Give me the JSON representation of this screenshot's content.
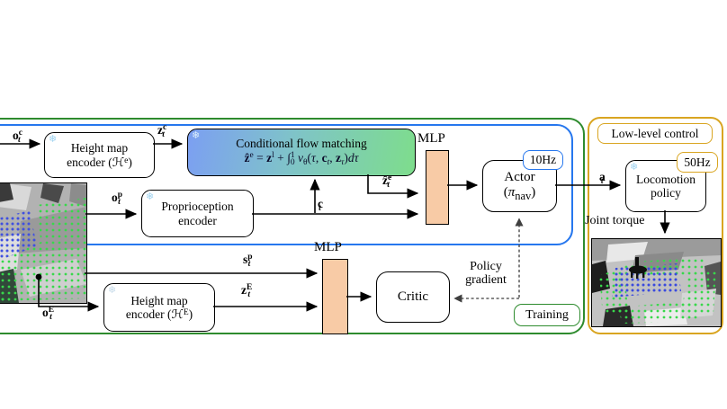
{
  "figure": {
    "icons": {
      "snowflake": "❄"
    },
    "colors": {
      "training_border": "#2e8b2e",
      "policy_border": "#2677ee",
      "lowlevel_border": "#d9a521",
      "mlp_fill": "#F8CBA6",
      "flow_gradient_left": "#7C9FF2",
      "flow_gradient_right": "#7EDD8C",
      "snowflake_blue": "#9fd3f0",
      "snowflake_pale": "#c6dbe9"
    },
    "containers": {
      "training_badge": "Training",
      "low_level_badge": "Low-level control"
    },
    "badges": {
      "actor_rate": "10Hz",
      "loco_rate": "50Hz"
    },
    "boxes": {
      "height_map_encoder_e_html": "Height map<br>encoder (ℋ<sup>e</sup>)",
      "flow_title": "Conditional flow matching",
      "flow_formula_html": "<b>ẑ</b><sup>e</sup> = <b>z</b><sup>l</sup> + ∫<span class=\"lim\"><sup>1</sup><sub>0</sub></span> <i>v</i><sub>θ</sub>(<i>τ</i>, <b>c</b><sub><i>t</i></sub>, <b>z</b><sub><i>τ</i></sub>)<i>dτ</i>",
      "mlp_top": "MLP",
      "actor_line1": "Actor",
      "actor_line2_html": "(<i>π</i><sub>nav</sub>)",
      "proprioception_encoder_html": "Proprioception<br>encoder",
      "height_map_encoder_E_html": "Height map<br>encoder (ℋ<sup>E</sup>)",
      "mlp_bottom": "MLP",
      "critic": "Critic",
      "locomotion_policy_html": "Locomotion<br>policy"
    },
    "labels": {
      "o_t_c_html": "<b>o</b><sup>c</sup><sub><i>t</i></sub>",
      "z_t_c_html": "<b>z</b><sup>c</sup><sub><i>t</i></sub>",
      "zhat_t_e_html": "<b>ẑ</b><sup>e</sup><sub><i>t</i></sub>",
      "c_t_html": "<b>c</b><sub><i>t</i></sub>",
      "o_t_p_html": "<b>o</b><sup>p</sup><sub><i>t</i></sub>",
      "s_t_p_html": "<b>s</b><sup>p</sup><sub><i>t</i></sub>",
      "o_t_E_html": "<b>o</b><sup>E</sup><sub><i>t</i></sub>",
      "z_t_E_html": "<b>z</b><sup>E</sup><sub><i>t</i></sub>",
      "a_t_html": "<b>a</b><sub><i>t</i></sub>",
      "joint_torque": "Joint torque",
      "policy_gradient_html": "Policy<br>gradient"
    }
  }
}
